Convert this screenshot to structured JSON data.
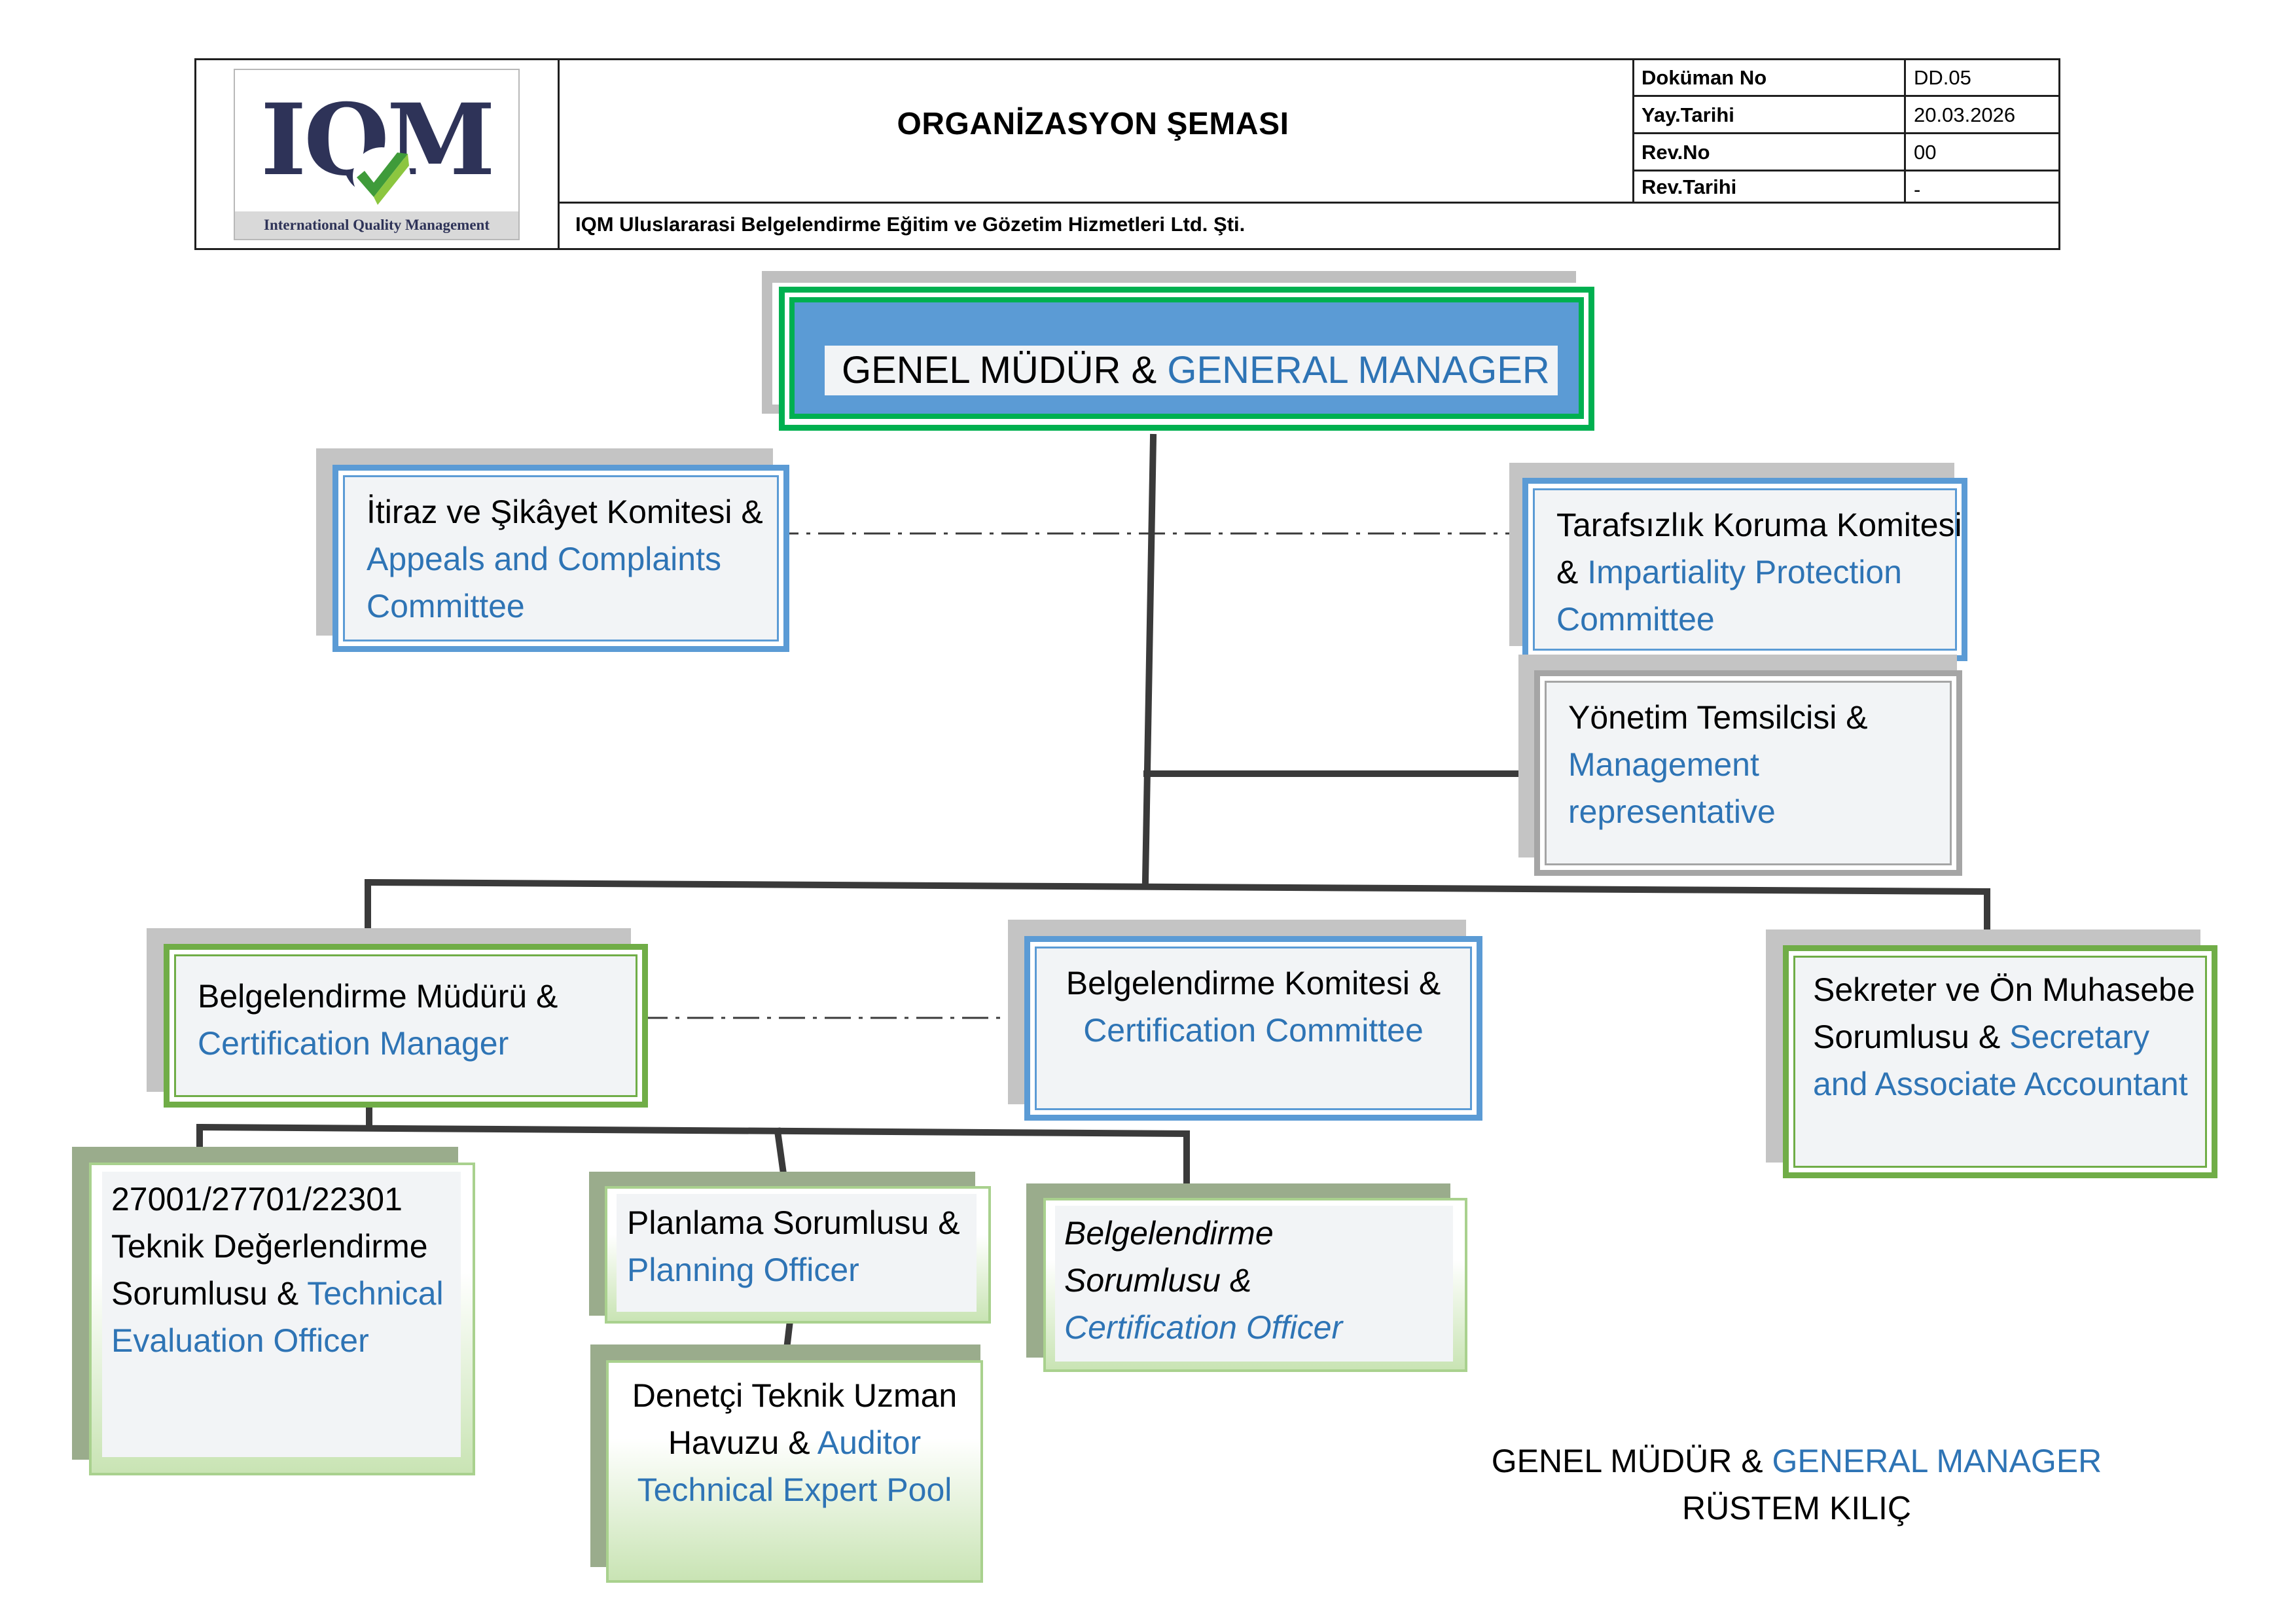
{
  "header": {
    "logo": {
      "wordmark": "IQM",
      "subtitle": "International Quality Management",
      "colors": {
        "navy": "#2e3358",
        "green": "#3f9b3a",
        "light_green": "#8cc63f"
      }
    },
    "title": "ORGANİZASYON ŞEMASI",
    "company": "IQM Uluslararasi Belgelendirme Eğitim ve Gözetim Hizmetleri Ltd. Şti.",
    "meta": [
      {
        "label": "Doküman No",
        "value": "DD.05"
      },
      {
        "label": "Yay.Tarihi",
        "value": "20.03.2026"
      },
      {
        "label": "Rev.No",
        "value": "00"
      },
      {
        "label": "Rev.Tarihi",
        "value": "-"
      }
    ]
  },
  "colors": {
    "english_text": "#2e74b5",
    "blue_border": "#5b9bd5",
    "green_border": "#70ad47",
    "bright_green_border": "#00b050",
    "gray_border": "#a5a5a5",
    "connector": "#3a3a3a"
  },
  "nodes": {
    "general_manager": {
      "tr": "GENEL MÜDÜR & ",
      "en": "GENERAL MANAGER"
    },
    "appeals": {
      "tr": "İtiraz ve Şikâyet Komitesi & ",
      "en": "Appeals and Complaints  Committee"
    },
    "impartiality": {
      "tr": "Tarafsızlık Koruma Komitesi & ",
      "en": "Impartiality Protection Committee"
    },
    "management_rep": {
      "tr": "Yönetim Temsilcisi & ",
      "en": "Management representative"
    },
    "certification_manager": {
      "tr": "Belgelendirme Müdürü & ",
      "en": "Certification Manager"
    },
    "certification_committee": {
      "tr": "Belgelendirme Komitesi & ",
      "en": "Certification Committee"
    },
    "secretary": {
      "tr": "Sekreter ve Ön Muhasebe Sorumlusu & ",
      "en": "Secretary and Associate Accountant"
    },
    "technical_evaluation": {
      "tr": "27001/27701/22301 Teknik Değerlendirme Sorumlusu & ",
      "en": "Technical Evaluation Officer"
    },
    "planning": {
      "tr": "Planlama Sorumlusu & ",
      "en": "Planning Officer"
    },
    "certification_officer": {
      "tr": "Belgelendirme Sorumlusu & ",
      "en": "Certification Officer"
    },
    "auditor_pool": {
      "tr": "Denetçi Teknik Uzman Havuzu & ",
      "en": "Auditor Technical Expert Pool"
    }
  },
  "signature": {
    "role_tr": "GENEL MÜDÜR & ",
    "role_en": "GENERAL MANAGER",
    "name": "RÜSTEM KILIÇ"
  }
}
